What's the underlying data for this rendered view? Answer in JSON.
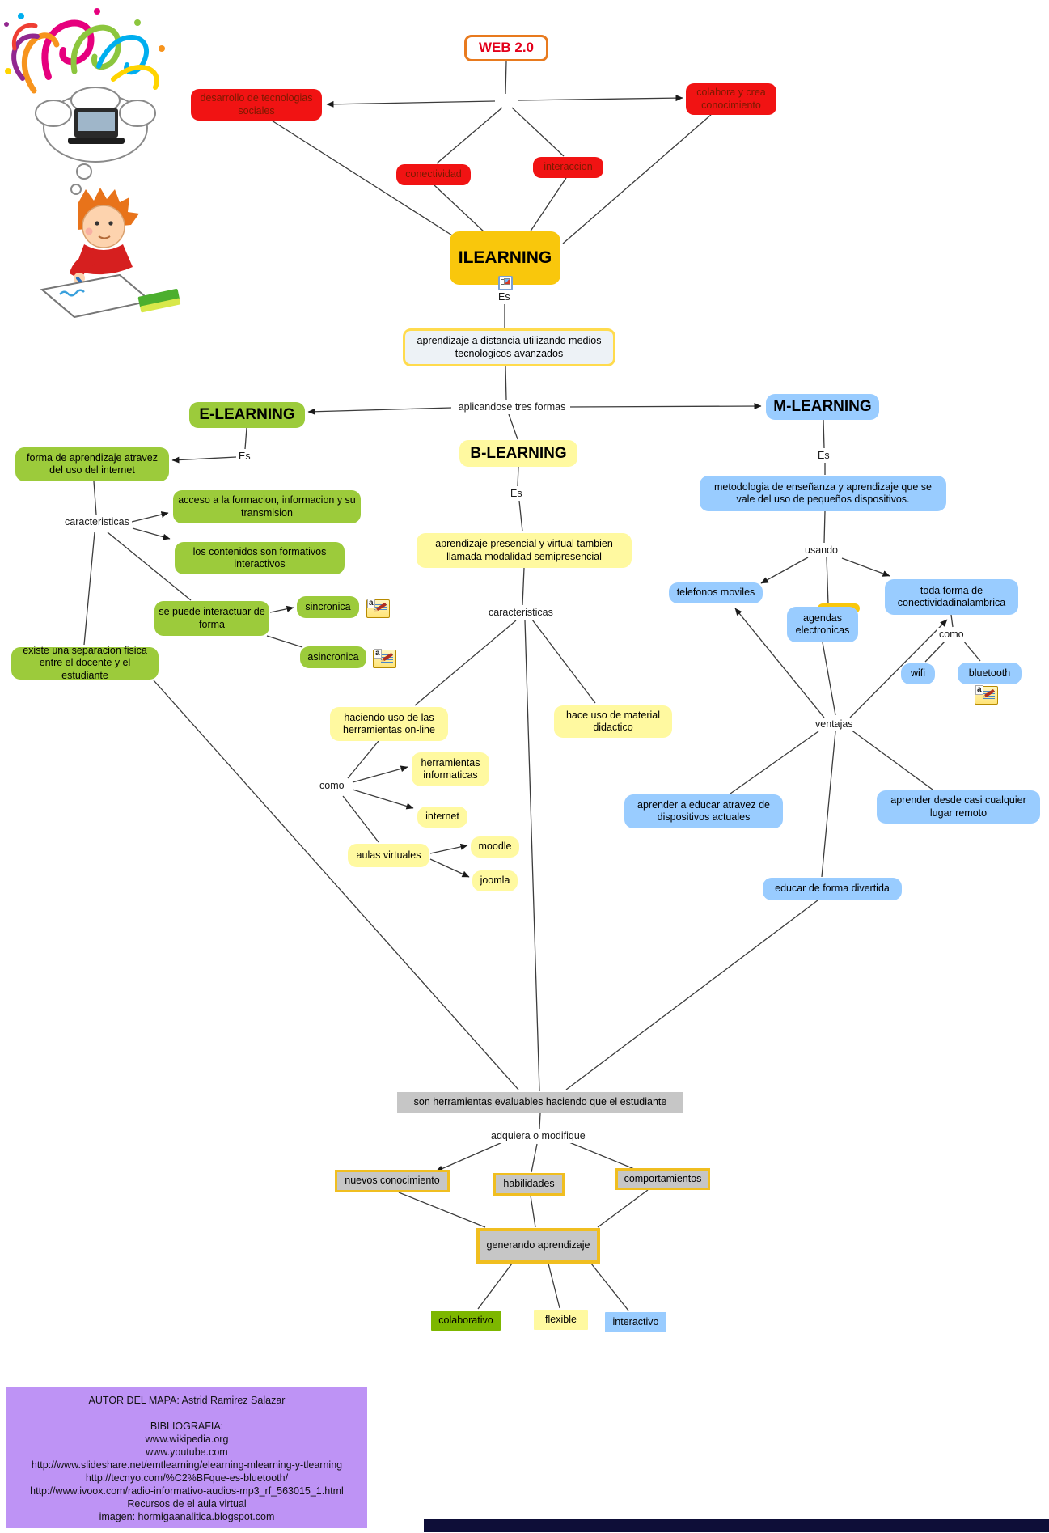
{
  "diagram_title": "WEB 2.0",
  "nodes": {
    "web20": "WEB 2.0",
    "desarrollo": "desarrollo de tecnologias sociales",
    "colabora": "colabora y crea conocimiento",
    "conectividad": "conectividad",
    "interaccion": "interaccion",
    "ilearning": "ILEARNING",
    "aprendizaje_distancia": "aprendizaje a distancia utilizando medios tecnologicos avanzados",
    "elearning": "E-LEARNING",
    "forma_aprendizaje": "forma de aprendizaje atravez del uso del internet",
    "acceso": "acceso a la formacion, informacion y su transmision",
    "contenidos": "los contenidos  son formativos interactivos",
    "se_puede": "se puede interactuar de forma",
    "sincronica": "sincronica",
    "asincronica": "asincronica",
    "existe": "existe una separacion fisica entre el docente y el estudiante",
    "blearning": "B-LEARNING",
    "aprendizaje_presencial": "aprendizaje presencial y virtual tambien llamada modalidad semipresencial",
    "haciendo_uso": "haciendo uso de las herramientas on-line",
    "hace_uso": "hace uso de material didactico",
    "herramientas_informaticas": "herramientas informaticas",
    "internet": "internet",
    "aulas_virtuales": "aulas virtuales",
    "moodle": "moodle",
    "joomla": "joomla",
    "mlearning": "M-LEARNING",
    "metodologia": "metodologia de enseñanza y aprendizaje que se vale del uso de pequeños dispositivos.",
    "telefonos": "telefonos moviles",
    "agendas": "agendas electronicas",
    "toda_forma": "toda forma de conectividadinalambrica",
    "wifi": "wifi",
    "bluetooth": "bluetooth",
    "aprender_educar": "aprender a educar atravez de dispositivos actuales",
    "aprender_remoto": "aprender desde casi cualquier lugar remoto",
    "educar_divertida": "educar de forma divertida",
    "son_herramientas": "son herramientas evaluables haciendo que el estudiante",
    "nuevos": "nuevos conocimiento",
    "habilidades": "habilidades",
    "comportamientos": "comportamientos",
    "generando": "generando aprendizaje",
    "colaborativo": "colaborativo",
    "flexible": "flexible",
    "interactivo": "interactivo"
  },
  "links": {
    "es": "Es",
    "aplicandose": "aplicandose tres formas",
    "caracteristicas": "caracteristicas",
    "como": "como",
    "usando": "usando",
    "ventajas": "ventajas",
    "adquiera": "adquiera o modifique"
  },
  "icons": {
    "note_letter": "a",
    "ilearning_resource": "document-image-resource-icon",
    "annotation": "text-annotation-note-icon"
  },
  "footer": {
    "lines": [
      "AUTOR DEL MAPA: Astrid Ramirez Salazar",
      "BIBLIOGRAFIA:",
      "www.wikipedia.org",
      "www.youtube.com",
      "http://www.slideshare.net/emtlearning/elearning-mlearning-y-tlearning",
      "http://tecnyo.com/%C2%BFque-es-bluetooth/",
      "http://www.ivoox.com/radio-informativo-audios-mp3_rf_563015_1.html",
      "Recursos de el aula virtual",
      "imagen: hormigaanalitica.blogspot.com"
    ]
  },
  "colors": {
    "red_node": "#f11313",
    "red_node_text": "#7a1a00",
    "gold_node": "#f9c70c",
    "green_node": "#9ccb3b",
    "yellow_node": "#fff9a0",
    "blue_node": "#99ccff",
    "gray_node": "#c6c6c6",
    "gold_border": "#f0be20",
    "web20_border": "#e87a1e",
    "web20_text": "#e3001b",
    "footer_purple": "#be93f5",
    "bottom_bar": "#0e0e38"
  }
}
